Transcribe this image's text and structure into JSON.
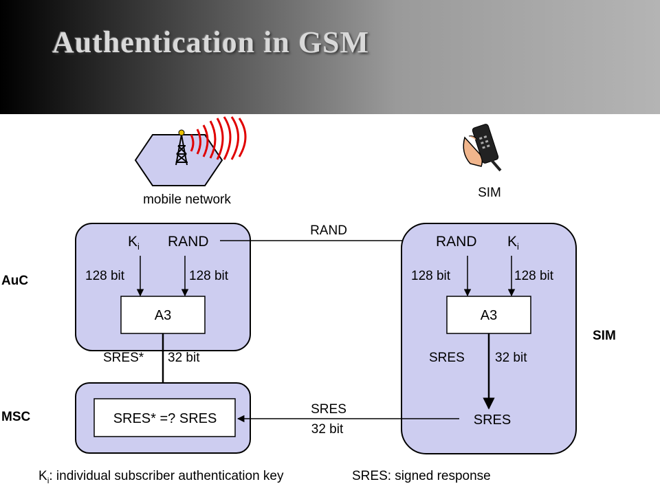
{
  "header": {
    "title": "Authentication in GSM"
  },
  "diagram": {
    "mobile_network_label": "mobile network",
    "sim_phone_label": "SIM",
    "auc_label": "AuC",
    "msc_label": "MSC",
    "sim_side_label": "SIM",
    "ki": "K",
    "ki_sub": "i",
    "rand": "RAND",
    "rand_flow": "RAND",
    "bits128": "128 bit",
    "a3": "A3",
    "sres_star": "SRES*",
    "bits32": "32 bit",
    "sres": "SRES",
    "compare": "SRES* =? SRES",
    "sres_flow": "SRES",
    "bits32_flow": "32 bit",
    "legend_ki_symbol": "K",
    "legend_ki_sub": "i",
    "legend_ki_text": ": individual subscriber authentication key",
    "legend_sres_text": "SRES: signed response"
  },
  "colors": {
    "box_fill": "#cdcdf0",
    "wave": "#e00000",
    "hex_fill": "#cdcdf0"
  }
}
